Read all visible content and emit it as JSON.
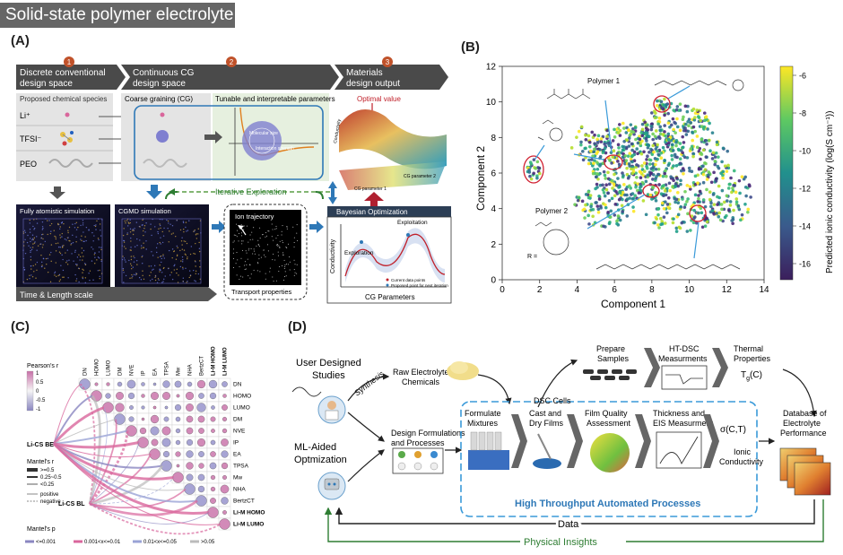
{
  "banner": {
    "title": "Solid-state polymer electrolyte"
  },
  "panels": {
    "a": "(A)",
    "b": "(B)",
    "c": "(C)",
    "d": "(D)"
  },
  "panelA": {
    "steps": [
      "1",
      "2",
      "3"
    ],
    "stage1": {
      "title1": "Discrete conventional",
      "title2": "design space",
      "sub": "Proposed chemical species"
    },
    "stage2": {
      "title1": "Continuous CG",
      "title2": "design space",
      "sub_cg": "Coarse graining (CG)",
      "sub_param": "Tunable and interpretable parameters"
    },
    "stage3": {
      "title1": "Materials",
      "title2": "design output",
      "optimal": "Optimal value",
      "zlabel": "Conductivity",
      "p1": "CG parameter 1",
      "p2": "CG parameter 2"
    },
    "species": [
      "Li⁺",
      "TFSI⁻",
      "PEO"
    ],
    "inner": {
      "a": "Molecular size",
      "b": "Interaction strength"
    },
    "iterative": "Iterative Exploration",
    "fully_atomistic": "Fully atomistic simulation",
    "cgmd": "CGMD simulation",
    "ion_trajectory": "Ion trajectory",
    "transport": "Transport properties",
    "time_length": "Time & Length scale",
    "bayes": {
      "title": "Bayesian Optimization",
      "exploitation": "Exploitation",
      "exploration": "Exploration",
      "ylabel": "Conductivity",
      "xlabel": "CG Parameters",
      "legend1": "Current data points",
      "legend2": "Proposed point for next iteration"
    }
  },
  "panelB": {
    "xlabel": "Component 1",
    "ylabel": "Component 2",
    "xticks": [
      "0",
      "2",
      "4",
      "6",
      "8",
      "10",
      "12",
      "14"
    ],
    "yticks": [
      "0",
      "2",
      "4",
      "6",
      "8",
      "10",
      "12"
    ],
    "cbar_label": "Predicted ionic conductivity (log(S cm⁻¹))",
    "cbar_ticks": [
      "-6",
      "-8",
      "-10",
      "-12",
      "-14",
      "-16"
    ],
    "polymer1": "Polymer 1",
    "polymer2": "Polymer 2",
    "r_label": "R ="
  },
  "panelC": {
    "cols": [
      "DN",
      "HOMO",
      "LUMO",
      "DM",
      "NVE",
      "IP",
      "EA",
      "TPSA",
      "Mw",
      "NHA",
      "BertzCT",
      "Li-M HOMO",
      "Li-M LUMO"
    ],
    "rows": [
      "DN",
      "HOMO",
      "LUMO",
      "DM",
      "NVE",
      "IP",
      "EA",
      "TPSA",
      "Mw",
      "NHA",
      "BertzCT",
      "Li-M HOMO",
      "Li-M LUMO"
    ],
    "pearson_title": "Pearson's r",
    "pearson_ticks": [
      "1",
      "0.5",
      "0",
      "-0.5",
      "-1"
    ],
    "mantel_r_title": "Mantel's r",
    "mantel_r_items": [
      ">=0.5",
      "0.25~0.5",
      "<0.25"
    ],
    "sign_items": [
      "positive",
      "negative"
    ],
    "mantel_p_title": "Mantel's p",
    "mantel_p_items": [
      "<=0.001",
      "0.001<x<=0.01",
      "0.01<x<=0.05",
      ">0.05"
    ],
    "be": "Li-CS BE",
    "bl": "Li-CS BL"
  },
  "panelD": {
    "user": "User Designed",
    "studies": "Studies",
    "synthesis": "Synthesis",
    "raw1": "Raw Electrolyte",
    "raw2": "Chemicals",
    "ml1": "ML-Aided",
    "ml2": "Optmization",
    "design1": "Design Formulations",
    "design2": "and Processes",
    "dsc": "DSC Cells",
    "prepare1": "Prepare",
    "prepare2": "Samples",
    "htdsc1": "HT-DSC",
    "htdsc2": "Measurments",
    "thermal1": "Thermal",
    "thermal2": "Properties",
    "tg": "T",
    "tg_sub": "g",
    "tg_tail": "(C)",
    "formulate1": "Formulate",
    "formulate2": "Mixtures",
    "cast1": "Cast and",
    "cast2": "Dry Films",
    "film1": "Film Quality",
    "film2": "Assessment",
    "thick1": "Thickness and",
    "thick2": "EIS Measurment",
    "sigma": "σ(C,T)",
    "ionic1": "Ionic",
    "ionic2": "Conductivity",
    "db1": "Database of",
    "db2": "Electrolyte",
    "db3": "Performance",
    "hta": "High Throughput Automated Processes",
    "data": "Data",
    "insights": "Physical Insights"
  },
  "colors": {
    "accent_orange": "#c0522a",
    "blue_arrow": "#2e78b7",
    "dashed_blue": "#3a9ad9",
    "green": "#2e7d32",
    "pink": "#d9669c",
    "purple": "#8a86c0"
  }
}
